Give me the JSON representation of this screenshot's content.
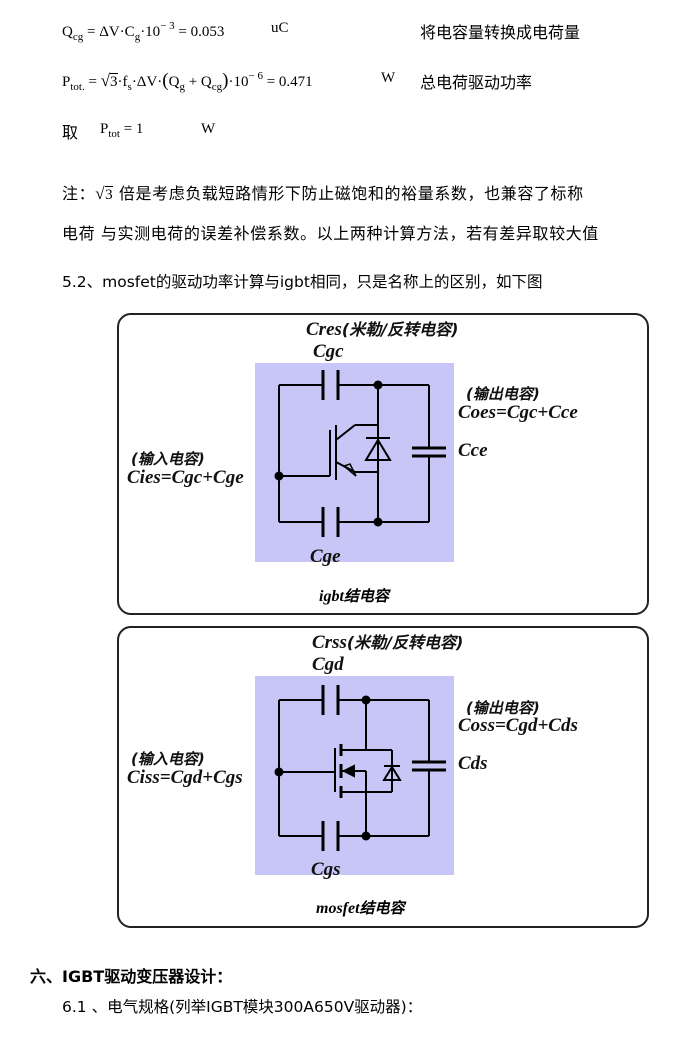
{
  "formulas": {
    "qcg": {
      "lhs_main": "Q",
      "lhs_sub": "cg",
      "expr_a": " = ΔV·C",
      "expr_sub": "g",
      "expr_b": "·10",
      "exp": "− 3",
      "result": " = 0.053",
      "unit": "uC",
      "note": "将电容量转换成电荷量"
    },
    "ptot": {
      "lhs_main": "P",
      "lhs_sub": "tot.",
      "eq": " = ",
      "sqrt_arg": "3",
      "mid_a": "·f",
      "mid_sub_s": "s",
      "mid_b": "·ΔV·",
      "paren_open": "(",
      "qg": "Q",
      "qg_sub": "g",
      "plus": " + ",
      "qcg": "Q",
      "qcg_sub": "cg",
      "paren_close": ")",
      "mult": "·10",
      "exp": "− 6",
      "result": " = 0.471",
      "unit": "W",
      "note": "总电荷驱动功率"
    },
    "take": {
      "prefix": "取",
      "main": "P",
      "sub": "tot",
      "eq": " = 1",
      "unit": "W"
    }
  },
  "note_text": {
    "prefix": "注：",
    "sqrt_arg": "3",
    "line1_rest": " 倍是考虑负载短路情形下防止磁饱和的裕量系数，也兼容了标称",
    "line2": "电荷 与实测电荷的误差补偿系数。以上两种计算方法，若有差异取较大值"
  },
  "section_52": "5.2、mosfet的驱动功率计算与igbt相同，只是名称上的区别，如下图",
  "igbt_diagram": {
    "res_label": "Cres",
    "res_cn": "(米勒/反转电容)",
    "gc_label": "Cgc",
    "out_cn": "(输出电容)",
    "out_eq": "Coes=Cgc+Cce",
    "ce_label": "Cce",
    "in_cn": "(输入电容)",
    "in_eq": "Cies=Cgc+Cge",
    "ge_label": "Cge",
    "caption_en": "igbt",
    "caption_cn": "结电容"
  },
  "mosfet_diagram": {
    "rss_label": "Crss",
    "rss_cn": "(米勒/反转电容)",
    "gd_label": "Cgd",
    "out_cn": "(输出电容)",
    "out_eq": "Coss=Cgd+Cds",
    "ds_label": "Cds",
    "in_cn": "(输入电容)",
    "in_eq": "Ciss=Cgd+Cgs",
    "gs_label": "Cgs",
    "caption_en": "mosfet",
    "caption_cn": "结电容"
  },
  "heading6": "六、IGBT驱动变压器设计：",
  "sub61": "6.1 、电气规格(列举IGBT模块300A650V驱动器)："
}
